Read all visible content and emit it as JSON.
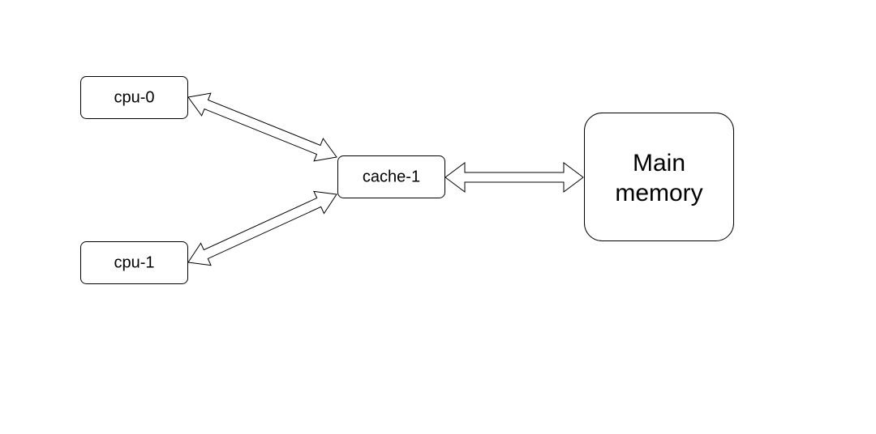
{
  "diagram": {
    "nodes": {
      "cpu0": "cpu-0",
      "cpu1": "cpu-1",
      "cache1": "cache-1",
      "main_memory": [
        "Main",
        "memory"
      ]
    },
    "edges": [
      {
        "from": "cpu-0",
        "to": "cache-1",
        "style": "double-headed"
      },
      {
        "from": "cpu-1",
        "to": "cache-1",
        "style": "double-headed"
      },
      {
        "from": "cache-1",
        "to": "Main memory",
        "style": "double-headed"
      }
    ],
    "colors": {
      "stroke": "#000000",
      "fill": "#ffffff"
    }
  }
}
